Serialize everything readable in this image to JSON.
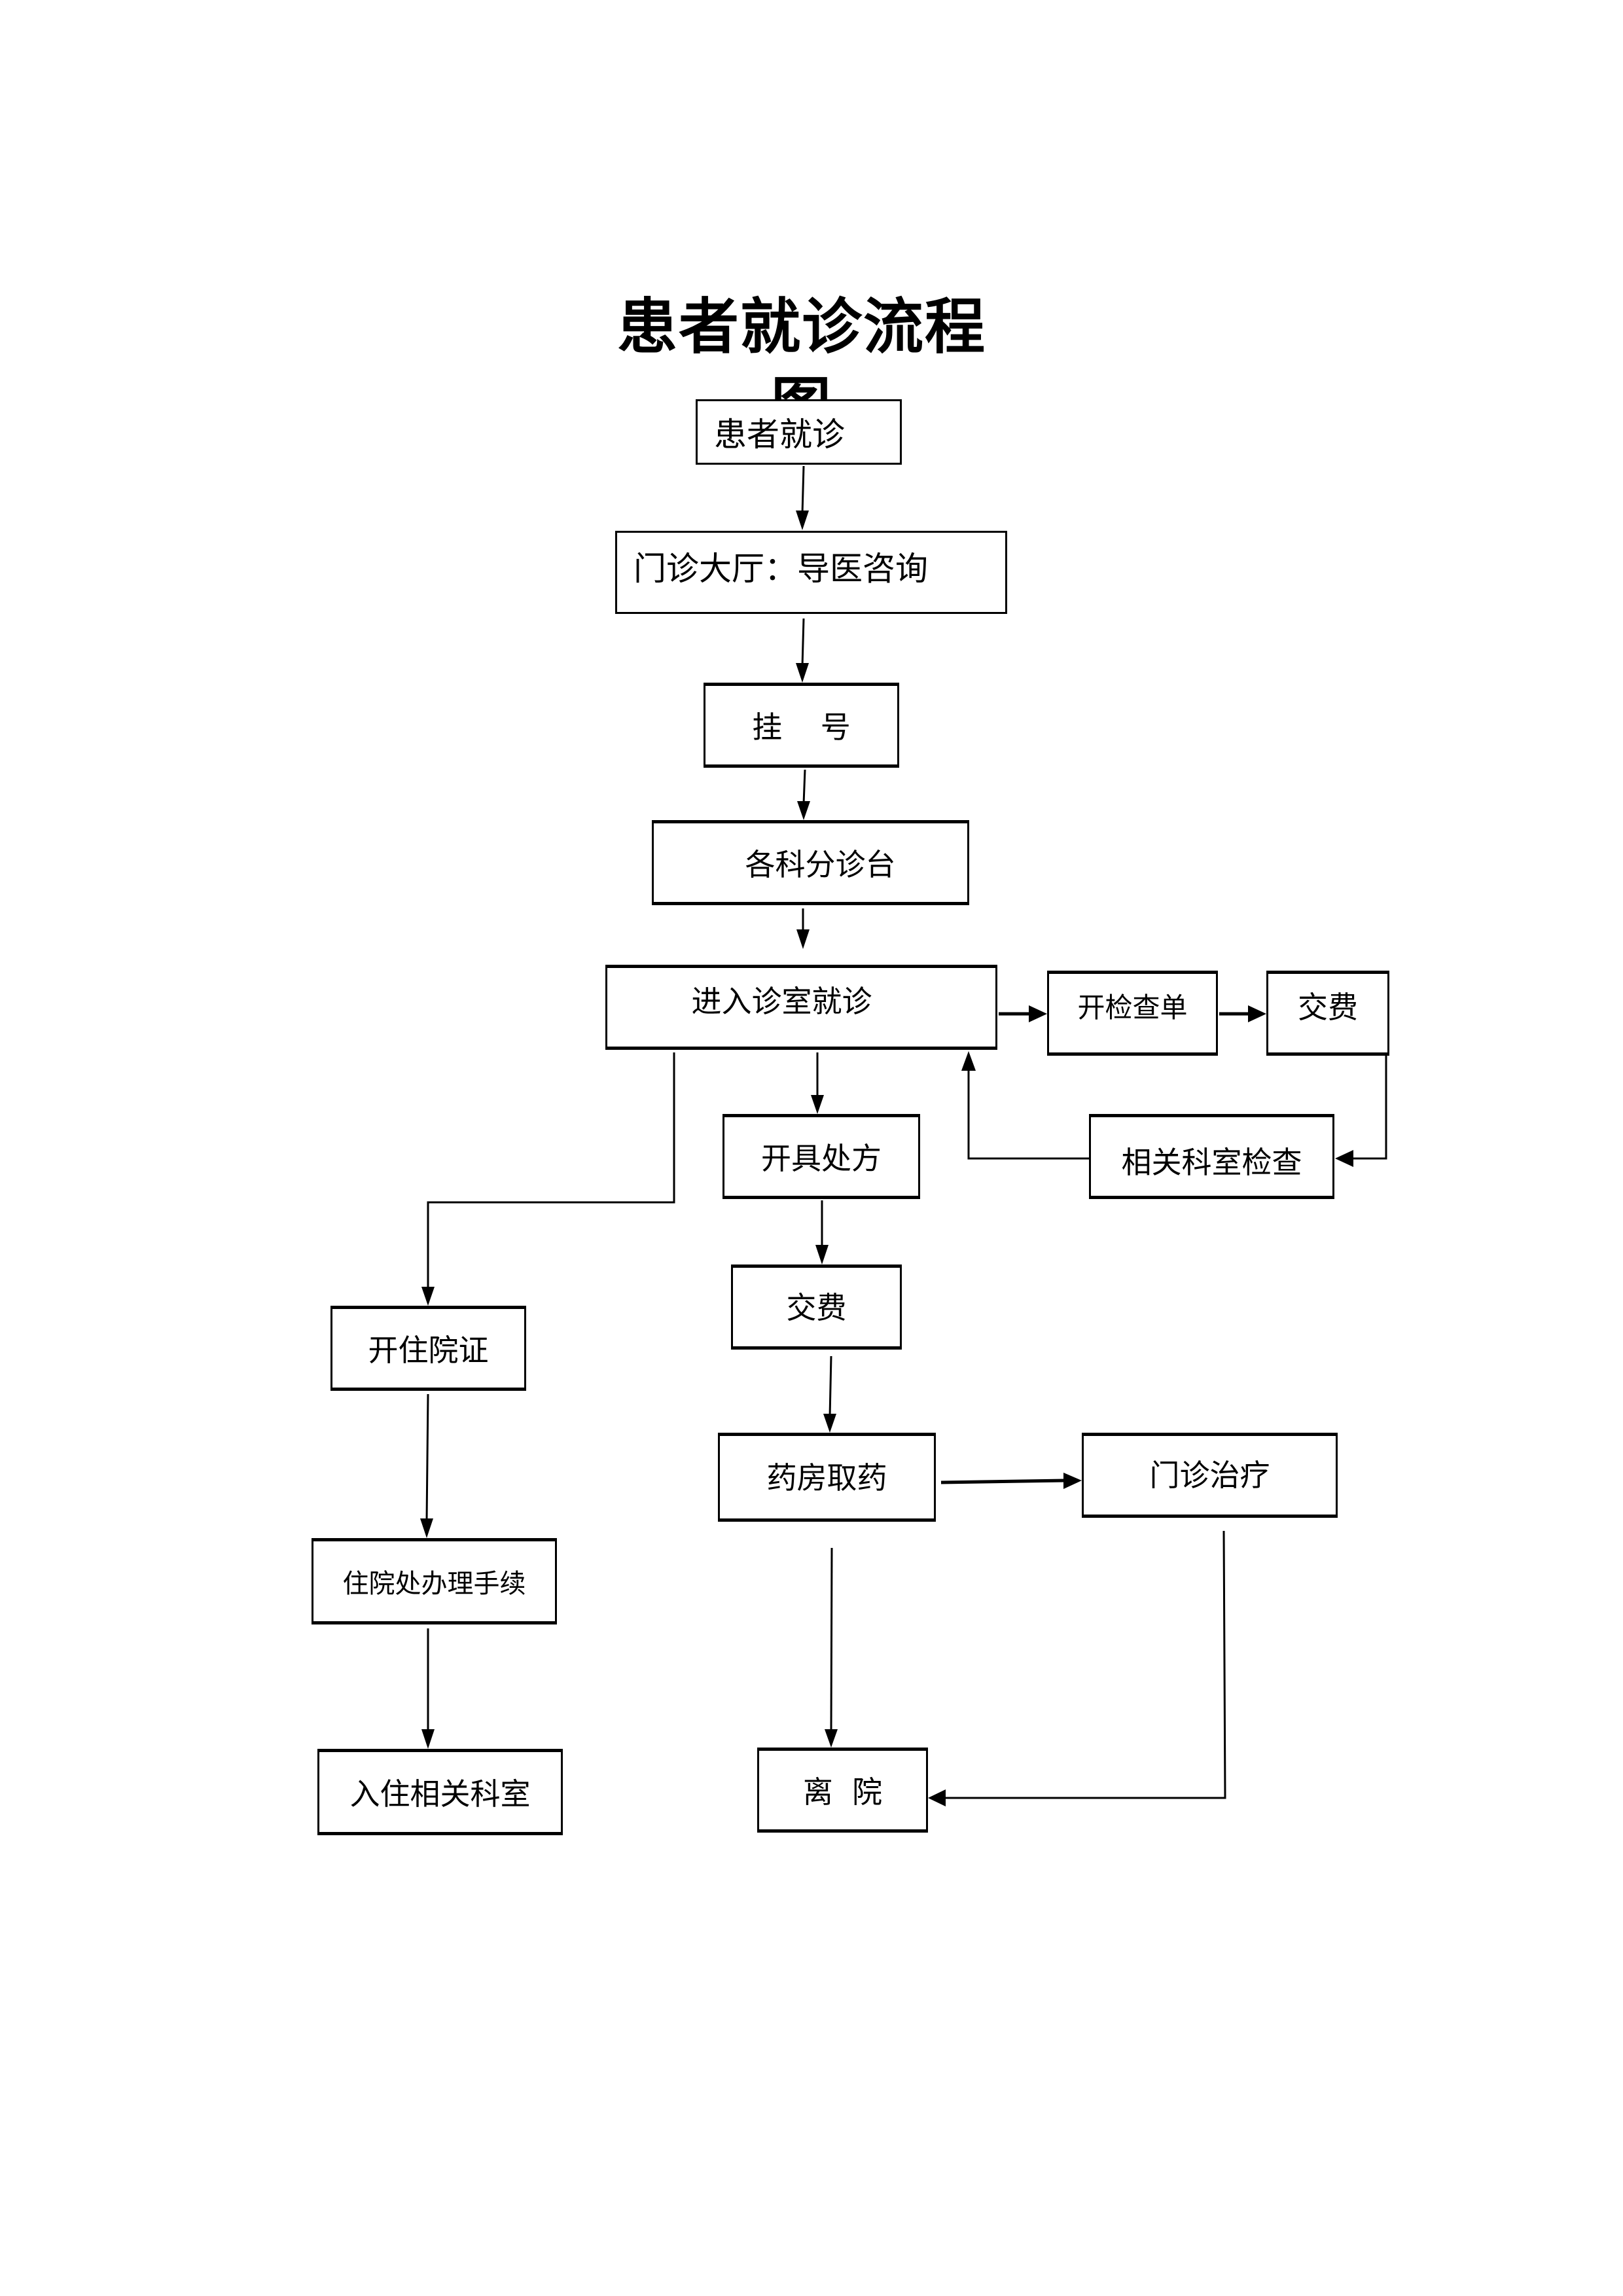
{
  "title": "患者就诊流程图",
  "nodes": {
    "start": "患者就诊",
    "lobby": "门诊大厅：导医咨询",
    "registration": "挂    号",
    "triage": "各科分诊台",
    "consultation": "进入诊室就诊",
    "exam_order": "开检查单",
    "exam_payment": "交费",
    "dept_exam": "相关科室检查",
    "prescription": "开具处方",
    "rx_payment": "交费",
    "admission_cert": "开住院证",
    "pharmacy": "药房取药",
    "outpatient_treatment": "门诊治疗",
    "admission_office": "住院处办理手续",
    "ward": "入住相关科室",
    "discharge": "离  院"
  },
  "edges": [
    {
      "from": "患者就诊",
      "to": "门诊大厅：导医咨询"
    },
    {
      "from": "门诊大厅：导医咨询",
      "to": "挂号"
    },
    {
      "from": "挂号",
      "to": "各科分诊台"
    },
    {
      "from": "各科分诊台",
      "to": "进入诊室就诊"
    },
    {
      "from": "进入诊室就诊",
      "to": "开检查单"
    },
    {
      "from": "开检查单",
      "to": "交费"
    },
    {
      "from": "交费",
      "to": "相关科室检查"
    },
    {
      "from": "相关科室检查",
      "to": "进入诊室就诊"
    },
    {
      "from": "进入诊室就诊",
      "to": "开具处方"
    },
    {
      "from": "进入诊室就诊",
      "to": "开住院证"
    },
    {
      "from": "开具处方",
      "to": "交费"
    },
    {
      "from": "交费",
      "to": "药房取药"
    },
    {
      "from": "药房取药",
      "to": "门诊治疗"
    },
    {
      "from": "药房取药",
      "to": "离院"
    },
    {
      "from": "门诊治疗",
      "to": "离院"
    },
    {
      "from": "开住院证",
      "to": "住院处办理手续"
    },
    {
      "from": "住院处办理手续",
      "to": "入住相关科室"
    }
  ]
}
